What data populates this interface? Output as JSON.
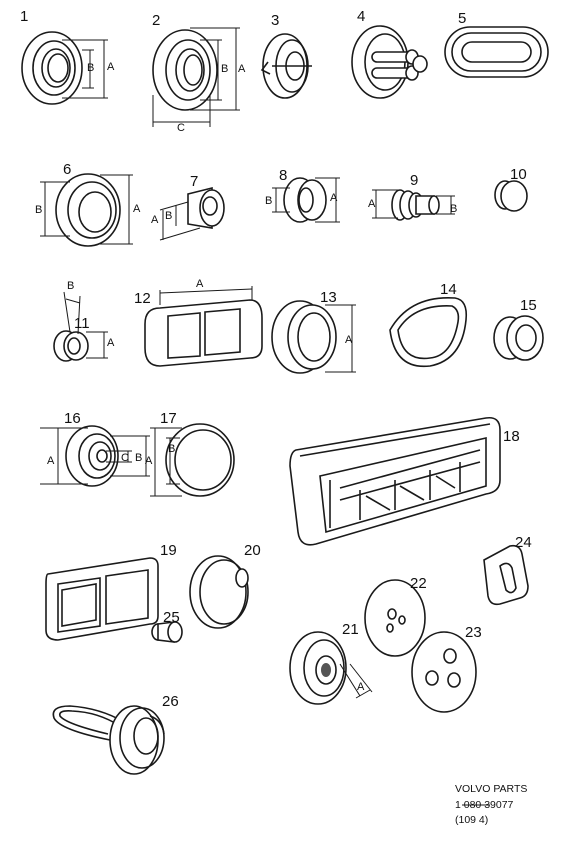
{
  "callouts": [
    "1",
    "2",
    "3",
    "4",
    "5",
    "6",
    "7",
    "8",
    "9",
    "10",
    "11",
    "12",
    "13",
    "14",
    "15",
    "16",
    "17",
    "18",
    "19",
    "20",
    "21",
    "22",
    "23",
    "24",
    "25",
    "26"
  ],
  "dimensions": {
    "a": "A",
    "b": "B",
    "c": "C"
  },
  "footer": {
    "line1": "VOLVO PARTS",
    "line2": "1 080  39077",
    "line3": "(109 4)"
  }
}
